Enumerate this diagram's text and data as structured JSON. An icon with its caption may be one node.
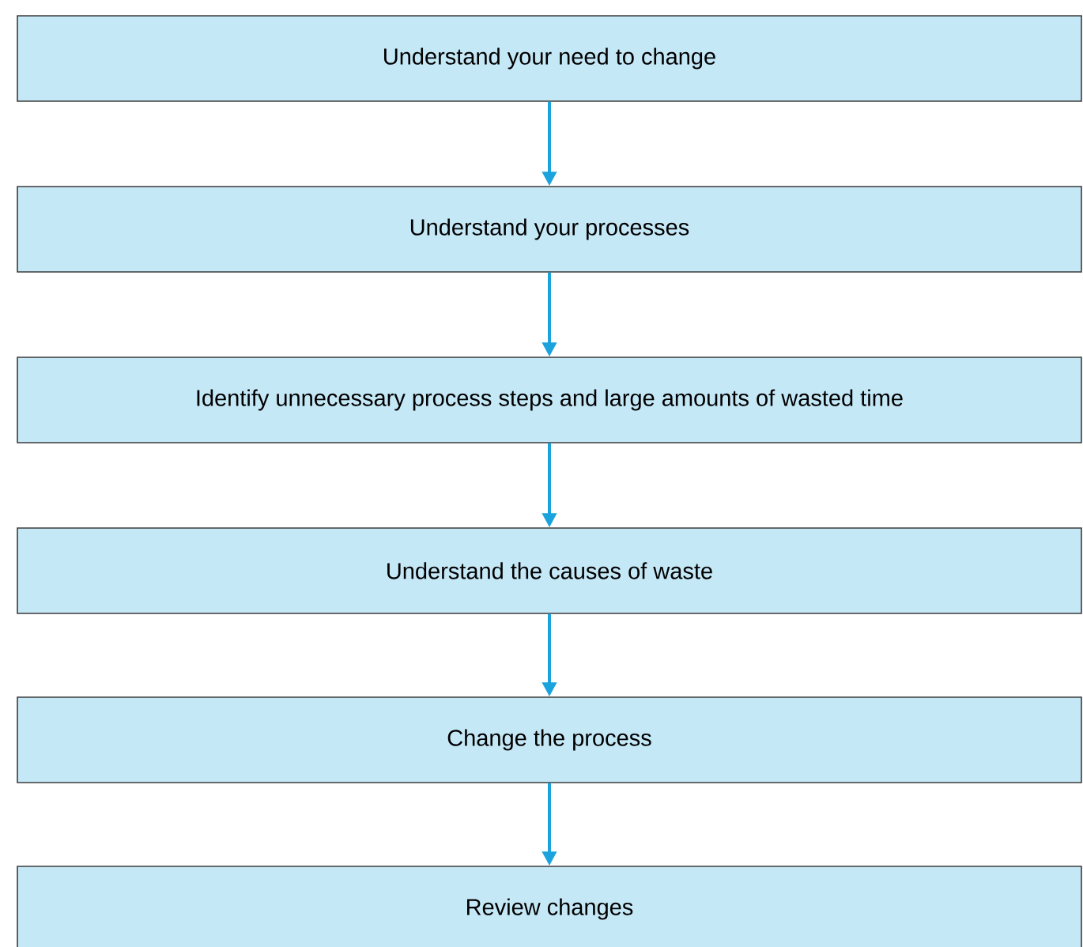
{
  "diagram": {
    "nodes": [
      {
        "text": [
          "Understand your need to change"
        ]
      },
      {
        "text": [
          "Understand your processes"
        ]
      },
      {
        "text": [
          "Identify unnecessary process steps and large amounts of wasted time"
        ]
      },
      {
        "text": [
          "Understand the causes of waste"
        ]
      },
      {
        "text": [
          "Change the process"
        ]
      },
      {
        "text": [
          "Review changes"
        ]
      }
    ],
    "edges": [
      {
        "from": 0,
        "to": 1,
        "arrow": "to"
      },
      {
        "from": 1,
        "to": 2,
        "arrow": "to"
      },
      {
        "from": 2,
        "to": 3,
        "arrow": "to"
      },
      {
        "from": 3,
        "to": 4,
        "arrow": "to"
      },
      {
        "from": 4,
        "to": 5,
        "arrow": "to"
      }
    ]
  }
}
